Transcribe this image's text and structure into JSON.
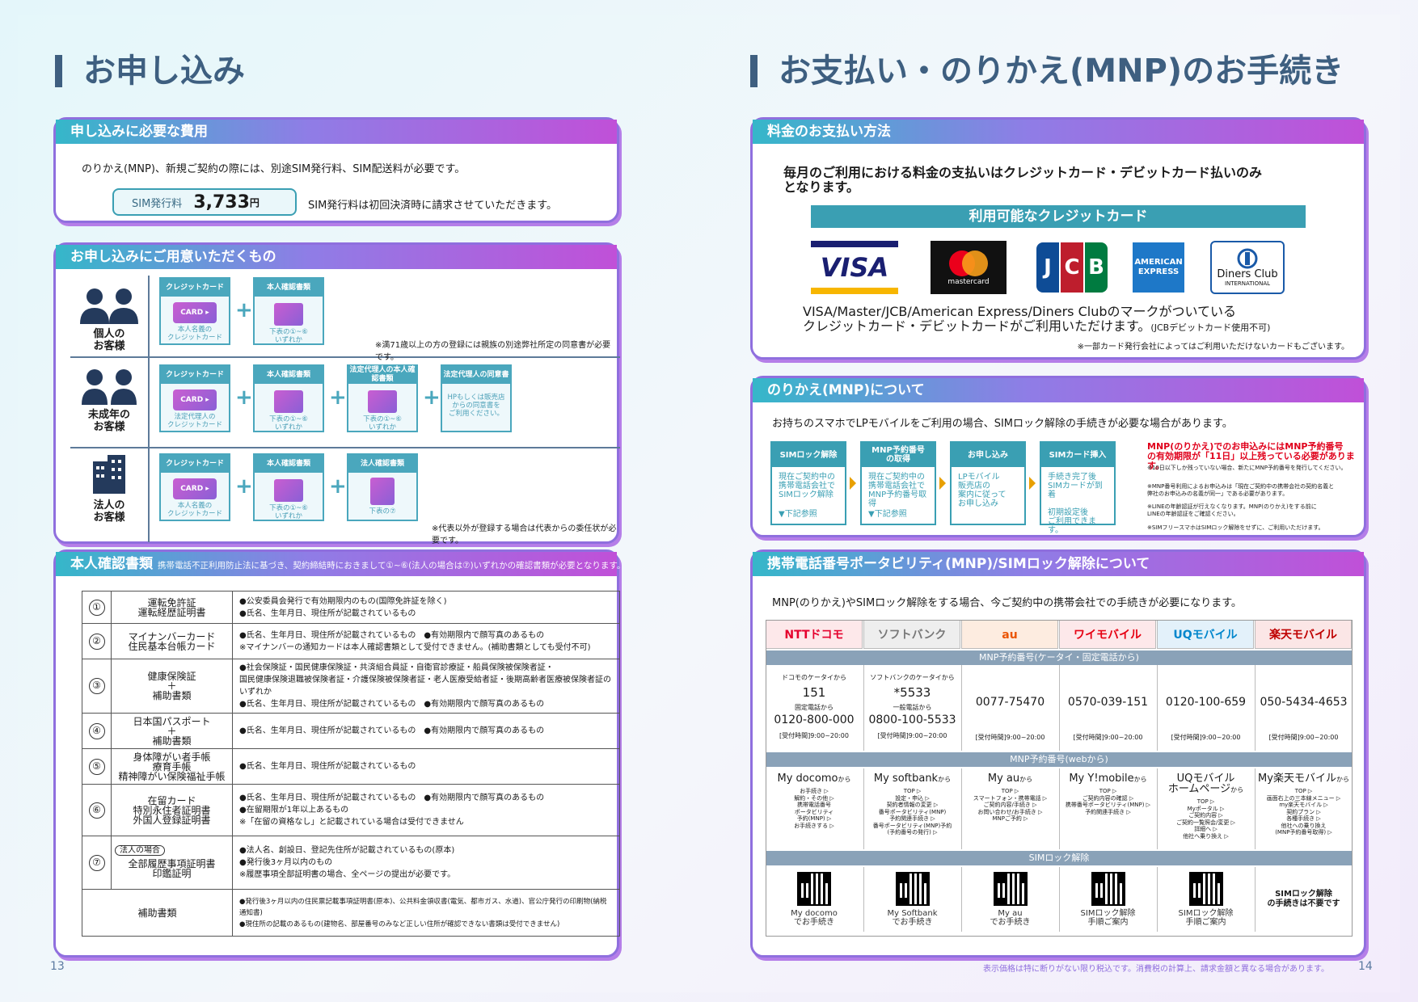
{
  "left": {
    "heading": "お申し込み",
    "fees": {
      "title": "申し込みに必要な費用",
      "desc": "のりかえ(MNP)、新規ご契約の際には、別途SIM発行料、SIM配送料が必要です。",
      "sim_label": "SIM発行料",
      "sim_price": "3,733",
      "sim_unit": "円",
      "note": "SIM発行料は初回決済時に請求させていただきます。"
    },
    "items": {
      "title": "お申し込みにご用意いただくもの",
      "h_credit": "クレジットカード",
      "h_id": "本人確認書類",
      "h_legal_id": "法定代理人の本人確認書類",
      "h_legal_consent": "法定代理人の同意書",
      "h_corp": "法人確認書類",
      "card_text": "CARD ▸",
      "rows": [
        {
          "label": "個人の\nお客様",
          "credit": "本人名義の\nクレジットカード",
          "id": "下表の①~⑥\nいずれか",
          "note": "※満71歳以上の方の登録には親族の別途弊社所定の同意書が必要です。"
        },
        {
          "label": "未成年の\nお客様",
          "credit": "法定代理人の\nクレジットカード",
          "id": "下表の①~⑥\nいずれか",
          "legal_id": "下表の①~⑥\nいずれか",
          "consent": "HPもしくは販売店\nからの同意書を\nご利用ください。"
        },
        {
          "label": "法人の\nお客様",
          "credit": "本人名義の\nクレジットカード",
          "id": "下表の①~⑥\nいずれか",
          "corp": "下表の⑦",
          "note": "※代表以外が登録する場合は代表からの委任状が必要です。"
        }
      ]
    },
    "idtable": {
      "title": "本人確認書類",
      "sub": "携帯電話不正利用防止法に基づき、契約締結時におきまして①~⑥(法人の場合は⑦)いずれかの確認書類が必要となります。",
      "rows": [
        {
          "num": "①",
          "name": "運転免許証\n運転経歴証明書",
          "desc": "●公安委員会発行で有効期限内のもの(国際免許証を除く)\n●氏名、生年月日、現住所が記載されているもの"
        },
        {
          "num": "②",
          "name": "マイナンバーカード\n住民基本台帳カード",
          "desc": "●氏名、生年月日、現住所が記載されているもの　●有効期限内で顔写真のあるもの\n※マイナンバーの通知カードは本人確認書類として受付できません。(補助書類としても受付不可)"
        },
        {
          "num": "③",
          "name": "健康保険証\n＋\n補助書類",
          "desc": "●社会保険証・国民健康保険証・共済組合員証・自衛官診療証・船員保険被保険者証・\n国民健康保険退職被保険者証・介護保険被保険者証・老人医療受給者証・後期高齢者医療被保険者証のいずれか\n●氏名、生年月日、現住所が記載されているもの　●有効期限内で顔写真のあるもの"
        },
        {
          "num": "④",
          "name": "日本国パスポート\n＋\n補助書類",
          "desc": "●氏名、生年月日、現住所が記載されているもの　●有効期限内で顔写真のあるもの"
        },
        {
          "num": "⑤",
          "name": "身体障がい者手帳\n療育手帳\n精神障がい保険福祉手帳",
          "desc": "●氏名、生年月日、現住所が記載されているもの"
        },
        {
          "num": "⑥",
          "name": "在留カード\n特別永住者証明書\n外国人登録証明書",
          "desc": "●氏名、生年月日、現住所が記載されているもの　●有効期限内で顔写真のあるもの\n●在留期限が1年以上あるもの\n※「在留の資格なし」と記載されている場合は受付できません"
        },
        {
          "num": "⑦",
          "tag": "法人の場合",
          "name": "全部履歴事項証明書\n印鑑証明",
          "desc": "●法人名、創設日、登記先住所が記載されているもの(原本)\n●発行後3ヶ月以内のもの\n※履歴事項全部証明書の場合、全ページの提出が必要です。"
        }
      ],
      "aux_name": "補助書類",
      "aux_desc": "●発行後3ヶ月以内の住民票記載事項証明書(原本)、公共料金領収書(電気、都市ガス、水道)、官公庁発行の印刷物(納税通知書)\n●現住所の記載のあるもの(建物名、部屋番号のみなど正しい住所が確認できない書類は受付できません)"
    },
    "page": "13"
  },
  "right": {
    "heading": "お支払い・のりかえ(MNP)のお手続き",
    "payment": {
      "title": "料金のお支払い方法",
      "desc": "毎月のご利用における料金の支払いはクレジットカード・デビットカード払いのみ\nとなります。",
      "bar": "利用可能なクレジットカード",
      "cards": [
        "VISA",
        "mastercard",
        "JCB",
        "AMERICAN EXPRESS",
        "Diners Club",
        "INTERNATIONAL"
      ],
      "cards_text": "VISA/Master/JCB/American Express/Diners Clubのマークがついている",
      "cards_text2": "クレジットカード・デビットカードがご利用いただけます。",
      "cards_small": "(JCBデビットカード使用不可)",
      "note": "※一部カード発行会社によってはご利用いただけないカードもございます。"
    },
    "mnp": {
      "title": "のりかえ(MNP)について",
      "desc": "お持ちのスマホでLPモバイルをご利用の場合、SIMロック解除の手続きが必要な場合があります。",
      "steps": [
        {
          "head": "SIMロック解除",
          "body": "現在ご契約中の\n携帯電話会社で\nSIMロック解除",
          "foot": "▼下記参照"
        },
        {
          "head": "MNP予約番号\nの取得",
          "body": "現在ご契約中の\n携帯電話会社で\nMNP予約番号取得",
          "foot": "▼下記参照"
        },
        {
          "head": "お申し込み",
          "body": "LPモバイル\n販売店の\n案内に従って\nお申し込み",
          "foot": ""
        },
        {
          "head": "SIMカード挿入",
          "body": "手続き完了後\nSIMカードが到着\n\n初期設定後\nご利用できます。",
          "foot": ""
        }
      ],
      "warn1": "MNP(のりかえ)でのお申込みにはMNP予約番号",
      "warn2": "の有効期限が「11日」以上残っている必要があります。",
      "warn_small": "※10日以下しか残っていない場合、新たにMNP予約番号を発行してください。",
      "n1": "※MNP番号利用によるお申込みは「現在ご契約中の携帯会社の契約名義と\n弊社のお申込みの名義が同一」である必要があります。",
      "n2": "※LINEの年齢認証が行えなくなります。MNP(のりかえ)をする前に\nLINEの年齢認証をご確認ください。",
      "n3": "※SIMフリースマホはSIMロック解除をせずに、ご利用いただけます。"
    },
    "carriers": {
      "title": "携帯電話番号ポータビリティ(MNP)/SIMロック解除について",
      "desc": "MNP(のりかえ)やSIMロック解除をする場合、今ご契約中の携帯会社での手続きが必要になります。",
      "names": [
        "NTTドコモ",
        "ソフトバンク",
        "au",
        "ワイモバイル",
        "UQモバイル",
        "楽天モバイル"
      ],
      "colors": [
        "#e5002d",
        "#777777",
        "#eb5505",
        "#e60012",
        "#0086cc",
        "#bf0000"
      ],
      "bgs": [
        "#fde8ea",
        "#eeeeee",
        "#fdece0",
        "#fde8ea",
        "#e3f1fa",
        "#fbe6e6"
      ],
      "band_phone": "MNP予約番号(ケータイ・固定電話から)",
      "band_web": "MNP予約番号(webから)",
      "band_sim": "SIMロック解除",
      "phone": [
        {
          "l1": "ドコモのケータイから",
          "n1": "151",
          "l2": "固定電話から",
          "n2": "0120-800-000",
          "hours": "[受付時間]9:00~20:00"
        },
        {
          "l1": "ソフトバンクのケータイから",
          "n1": "*5533",
          "l2": "一般電話から",
          "n2": "0800-100-5533",
          "hours": "[受付時間]9:00~20:00"
        },
        {
          "n2": "0077-75470",
          "hours": "[受付時間]9:00~20:00"
        },
        {
          "n2": "0570-039-151",
          "hours": "[受付時間]9:00~20:00"
        },
        {
          "n2": "0120-100-659",
          "hours": "[受付時間]9:00~20:00"
        },
        {
          "n2": "050-5434-4653",
          "hours": "[受付時間]9:00~20:00"
        }
      ],
      "web": [
        {
          "title": "My docomo",
          "sfx": "から",
          "steps": "お手続き ▷\n解約・その他 ▷\n携帯電話番号\nポータビリティ\n予約(MNP) ▷\nお手続きする ▷"
        },
        {
          "title": "My softbank",
          "sfx": "から",
          "steps": "TOP ▷\n設定・申込 ▷\n契約者情報の変更 ▷\n番号ポータビリティ(MNP)\n予約関連手続き ▷\n番号ポータビリティ(MNP)予約\n(予約番号の発行) ▷"
        },
        {
          "title": "My au",
          "sfx": "から",
          "steps": "TOP ▷\nスマートフォン・携帯電話 ▷\nご契約内容/手続き ▷\nお問い合わせ/お手続き ▷\nMNPご予約 ▷"
        },
        {
          "title": "My Y!mobile",
          "sfx": "から",
          "steps": "TOP ▷\nご契約内容の確認 ▷\n携帯番号ポータビリティ(MNP) ▷\n予約関連手続き ▷"
        },
        {
          "title": "UQモバイル\nホームページ",
          "sfx": "から",
          "steps": "TOP ▷\nMyポータル ▷\nご契約内容 ▷\nご契約一覧照会/変更 ▷\n詳細へ ▷\n他社へ乗り換え ▷"
        },
        {
          "title": "My楽天モバイル",
          "sfx": "から",
          "steps": "TOP ▷\n画面右上の三本線メニュー ▷\nmy楽天モバイル ▷\n契約プラン ▷\n各種手続き ▷\n他社への乗り換え\n(MNP予約番号取得) ▷"
        }
      ],
      "sim": [
        "My docomo\nでお手続き",
        "My Softbank\nでお手続き",
        "My au\nでお手続き",
        "SIMロック解除\n手順ご案内",
        "SIMロック解除\n手順ご案内",
        "SIMロック解除\nの手続きは不要です"
      ]
    },
    "footer": "表示価格は特に断りがない限り税込です。消費税の計算上、請求金額と異なる場合があります。",
    "page": "14"
  }
}
